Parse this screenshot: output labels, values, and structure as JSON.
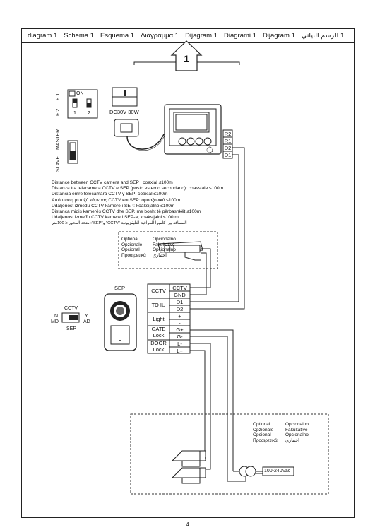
{
  "header": {
    "items": [
      "diagram 1",
      "Schema 1",
      "Esquema 1",
      "Διάγραμμα 1",
      "Dijagram 1",
      "Diagrami 1",
      "Dijagram 1",
      "1 الرسم البياني"
    ]
  },
  "arrow_label": "1",
  "dip": {
    "f1_label": "F 1",
    "f2_label": "F 2",
    "on_label": "ON",
    "switch1_label": "1",
    "switch2_label": "2",
    "master_label": "MASTER",
    "slave_label": "SLAVE"
  },
  "power_supply": {
    "label": "DC30V 30W"
  },
  "monitor": {
    "terminals": [
      "R2",
      "R1",
      "D2",
      "D1"
    ]
  },
  "distance_notes": [
    "Distance between CCTV camera and SEP : coaxial ≤100m",
    "Distanza tra telecamera CCTV e SEP (posto esterno secondario): coassiale ≤100m",
    "Distancia entre telecámara CCTV y SEP: coaxial ≤100m",
    "Απόσταση μεταξύ κάμερας CCTV και SEP: ομοαξονικό ≤100m",
    "Udaljenost između CCTV kamere i SEP: koaksijalno ≤100m",
    "Distanca midis kamerës CCTV dhe SEP. me bosht të përbashkët ≤100m",
    "Udaljenost između CCTV kamere i SEP-a; koaksijalni ≤100 m",
    "المسافة بين كاميرا المراقبة التليفزيونية \"CCTV\" و\"SEP\": متحد المحور ≤ 100متر"
  ],
  "optional_camera": {
    "left": [
      "Optional",
      "Opzionale",
      "Opcional",
      "Προαιρετικά"
    ],
    "right": [
      "Opcionalno",
      "Fakultative",
      "Opcionalno",
      "اختياري"
    ]
  },
  "sep": {
    "label": "SEP",
    "switch_title": "CCTV",
    "switch_n": "N",
    "switch_md": "MD",
    "switch_y": "Y",
    "switch_ad": "AD",
    "switch_bottom": "SEP"
  },
  "terminal_block": {
    "groups": [
      "CCTV",
      "TO IU",
      "Light",
      "GATE\nLock",
      "DOOR\nLock"
    ],
    "terminals": [
      "CCTV",
      "GND",
      "D1",
      "D2",
      "+",
      "-",
      "G+",
      "G-",
      "L-",
      "L+"
    ]
  },
  "optional_lock": {
    "left": [
      "Optional",
      "Opzionale",
      "Opcional",
      "Προαιρετικά"
    ],
    "right": [
      "Opcionalno",
      "Fakultative",
      "Opcionalno",
      "اختياري"
    ],
    "power": "100-240Vac"
  },
  "page_number": "4"
}
